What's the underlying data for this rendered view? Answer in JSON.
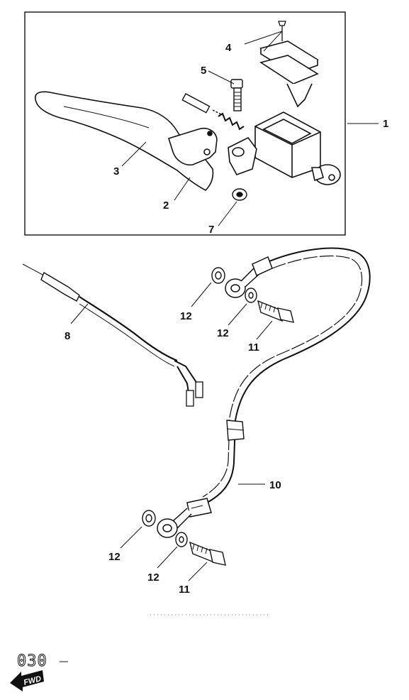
{
  "callouts": {
    "c1": "1",
    "c2": "2",
    "c3": "3",
    "c4": "4",
    "c5": "5",
    "c7": "7",
    "c8": "8",
    "c10": "10",
    "c11a": "11",
    "c12a": "12",
    "c12b": "12",
    "c11b": "11",
    "c12c": "12",
    "c12d": "12"
  },
  "footer": {
    "code": "030",
    "direction_badge": "FWD"
  }
}
